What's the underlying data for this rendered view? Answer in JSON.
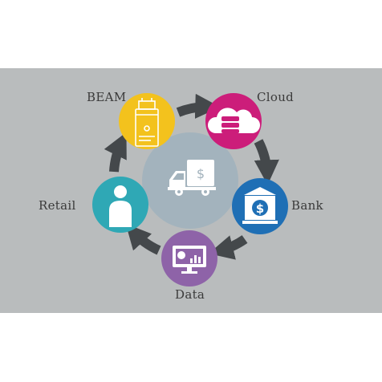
{
  "nodes": {
    "beam": {
      "label": "BEAM",
      "color": "#f3c21d",
      "icon": "vault-machine-icon"
    },
    "cloud": {
      "label": "Cloud",
      "color": "#cc1d7a",
      "icon": "cloud-storage-icon"
    },
    "bank": {
      "label": "Bank",
      "color": "#1f6fb5",
      "icon": "bank-building-icon"
    },
    "data": {
      "label": "Data",
      "color": "#8e63a8",
      "icon": "monitor-chart-icon"
    },
    "retail": {
      "label": "Retail",
      "color": "#2fa8b5",
      "icon": "person-icon"
    }
  },
  "center": {
    "color": "#a3b3bd",
    "icon": "armored-truck-icon",
    "symbol": "$"
  },
  "bank_symbol": "$",
  "arrow_color": "#44484b",
  "panel_color": "#b9bcbd"
}
